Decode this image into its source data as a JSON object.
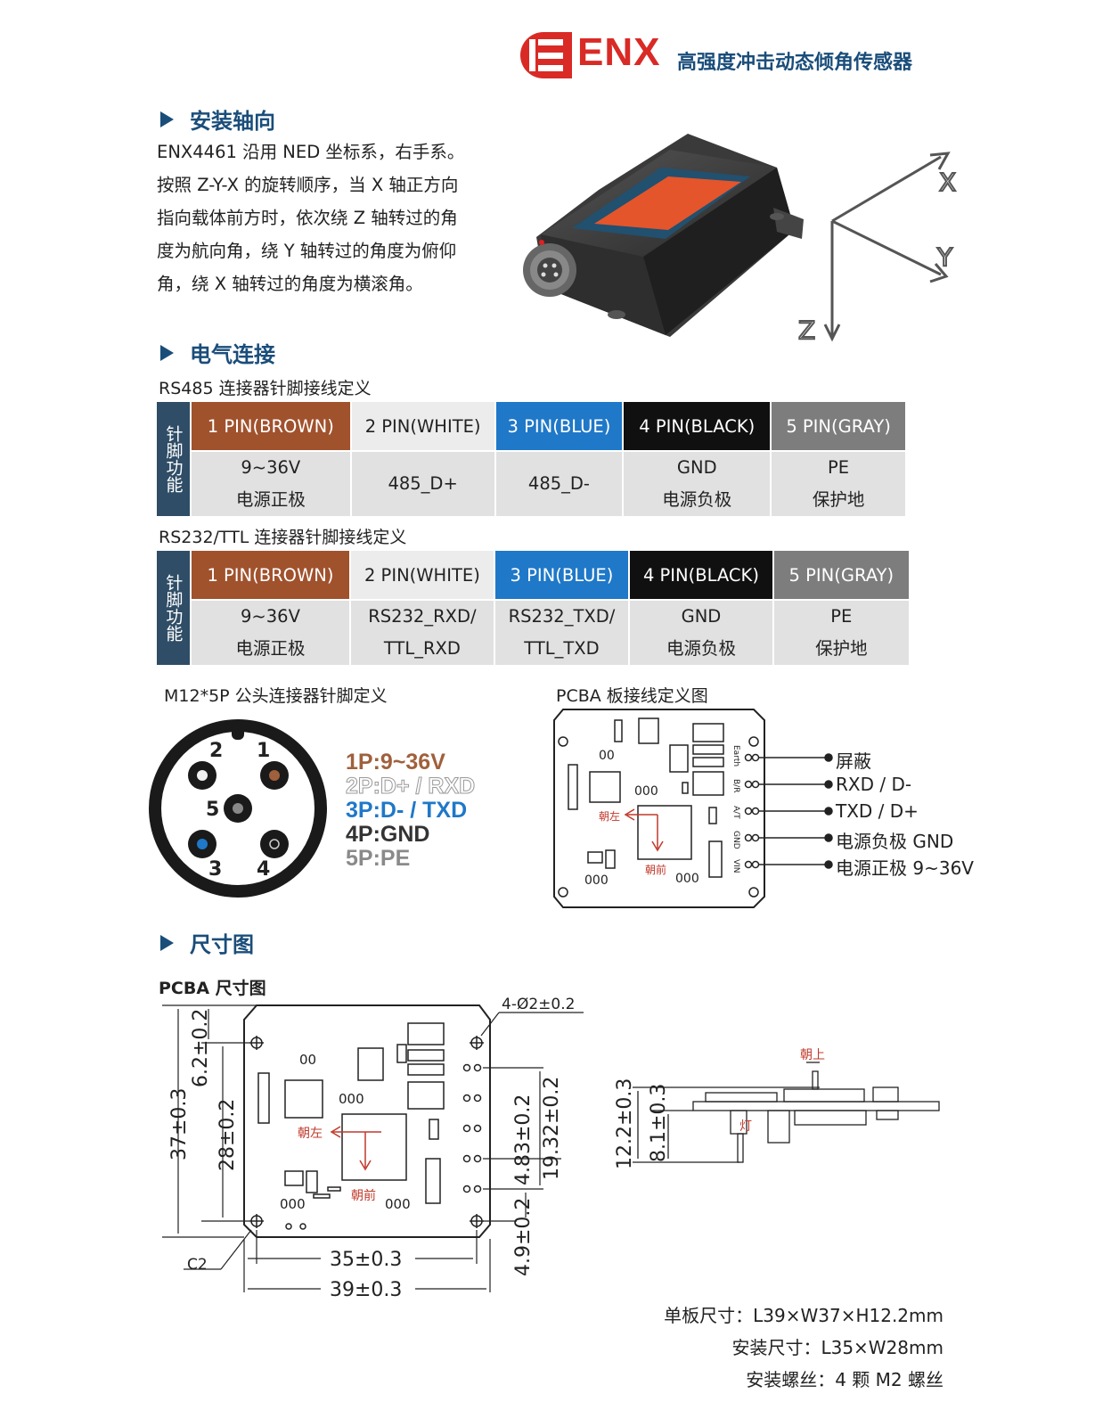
{
  "header": {
    "brand": "ENX",
    "title": "高强度冲击动态倾角传感器",
    "brand_color": "#d92a26"
  },
  "sections": {
    "mount": {
      "title": "安装轴向",
      "lines": [
        "ENX4461 沿用 NED 坐标系，右手系。",
        "按照 Z-Y-X 的旋转顺序，当 X 轴正方向",
        "指向载体前方时，依次绕 Z 轴转过的角",
        "度为航向角，绕 Y 轴转过的角度为俯仰",
        "角，绕 X 轴转过的角度为横滚角。"
      ],
      "axes": {
        "x": "X",
        "y": "Y",
        "z": "Z"
      }
    },
    "electrical": {
      "title": "电气连接",
      "side_label": "针脚功能",
      "rs485": {
        "caption": "RS485 连接器针脚接线定义",
        "headers": [
          "1 PIN(BROWN)",
          "2 PIN(WHITE)",
          "3 PIN(BLUE)",
          "4 PIN(BLACK)",
          "5 PIN(GRAY)"
        ],
        "cells": [
          [
            "9~36V",
            "电源正极"
          ],
          [
            "485_D+"
          ],
          [
            "485_D-"
          ],
          [
            "GND",
            "电源负极"
          ],
          [
            "PE",
            "保护地"
          ]
        ]
      },
      "rs232": {
        "caption": "RS232/TTL 连接器针脚接线定义",
        "headers": [
          "1 PIN(BROWN)",
          "2 PIN(WHITE)",
          "3 PIN(BLUE)",
          "4 PIN(BLACK)",
          "5 PIN(GRAY)"
        ],
        "cells": [
          [
            "9~36V",
            "电源正极"
          ],
          [
            "RS232_RXD/",
            "TTL_RXD"
          ],
          [
            "RS232_TXD/",
            "TTL_TXD"
          ],
          [
            "GND",
            "电源负极"
          ],
          [
            "PE",
            "保护地"
          ]
        ]
      },
      "m12": {
        "caption": "M12*5P 公头连接器针脚定义",
        "pin_numbers": [
          "1",
          "2",
          "3",
          "4",
          "5"
        ],
        "legend": [
          {
            "text": "1P:9~36V",
            "color": "#a0603c"
          },
          {
            "text": "2P:D+ / RXD",
            "color": "#c8c8c8"
          },
          {
            "text": "3P:D- / TXD",
            "color": "#1f78c8"
          },
          {
            "text": "4P:GND",
            "color": "#333333"
          },
          {
            "text": "5P:PE",
            "color": "#8a8a8a"
          }
        ]
      },
      "pcba": {
        "caption": "PCBA 板接线定义图",
        "pad_labels": [
          "Earth",
          "B/R",
          "A/T",
          "GND",
          "VIN"
        ],
        "wires": [
          "屏蔽",
          "RXD / D-",
          "TXD / D+",
          "电源负极 GND",
          "电源正极 9~36V"
        ],
        "arrow_left": "朝左",
        "arrow_front": "朝前"
      }
    },
    "dimensions": {
      "title": "尺寸图",
      "subtitle": "PCBA 尺寸图",
      "labels": {
        "hole": "4-Ø2±0.2",
        "d37": "37±0.3",
        "d6_2": "6.2±0.2",
        "d28": "28±0.2",
        "d4_83": "4.83±0.2",
        "d19_32": "19.32±0.2",
        "d4_9": "4.9±0.2",
        "d35": "35±0.3",
        "d39": "39±0.3",
        "c2": "C2",
        "d12_2": "12.2±0.3",
        "d8_1": "8.1±0.3",
        "up": "朝上",
        "lamp": "灯",
        "left": "朝左",
        "front": "朝前"
      },
      "specs": [
        "单板尺寸：L39×W37×H12.2mm",
        "安装尺寸：L35×W28mm",
        "安装螺丝：4 颗 M2 螺丝"
      ]
    }
  }
}
